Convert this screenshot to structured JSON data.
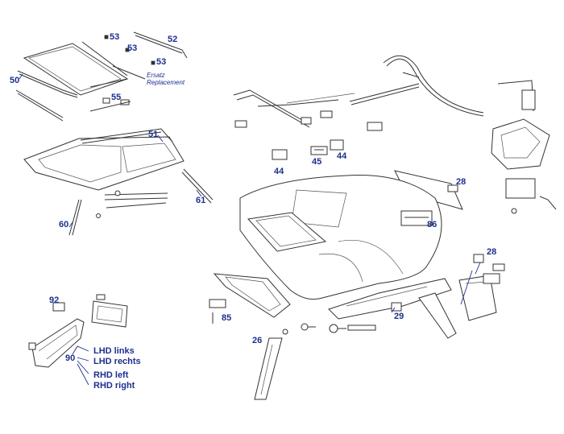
{
  "callouts": {
    "c50": "50",
    "c51": "51",
    "c52": "52",
    "c53a": "53",
    "c53b": "53",
    "c53c": "53",
    "c55": "55",
    "c60": "60",
    "c61": "61",
    "c44a": "44",
    "c44b": "44",
    "c45": "45",
    "c28a": "28",
    "c28b": "28",
    "c86": "86",
    "c29": "29",
    "c26": "26",
    "c85": "85",
    "c92": "92",
    "c90": "90"
  },
  "note": {
    "line1": "Ersatz",
    "line2": "Replacement"
  },
  "legend": {
    "lhd_left": "LHD links",
    "lhd_right": "LHD rechts",
    "rhd_left": "RHD left",
    "rhd_right": "RHD right"
  }
}
